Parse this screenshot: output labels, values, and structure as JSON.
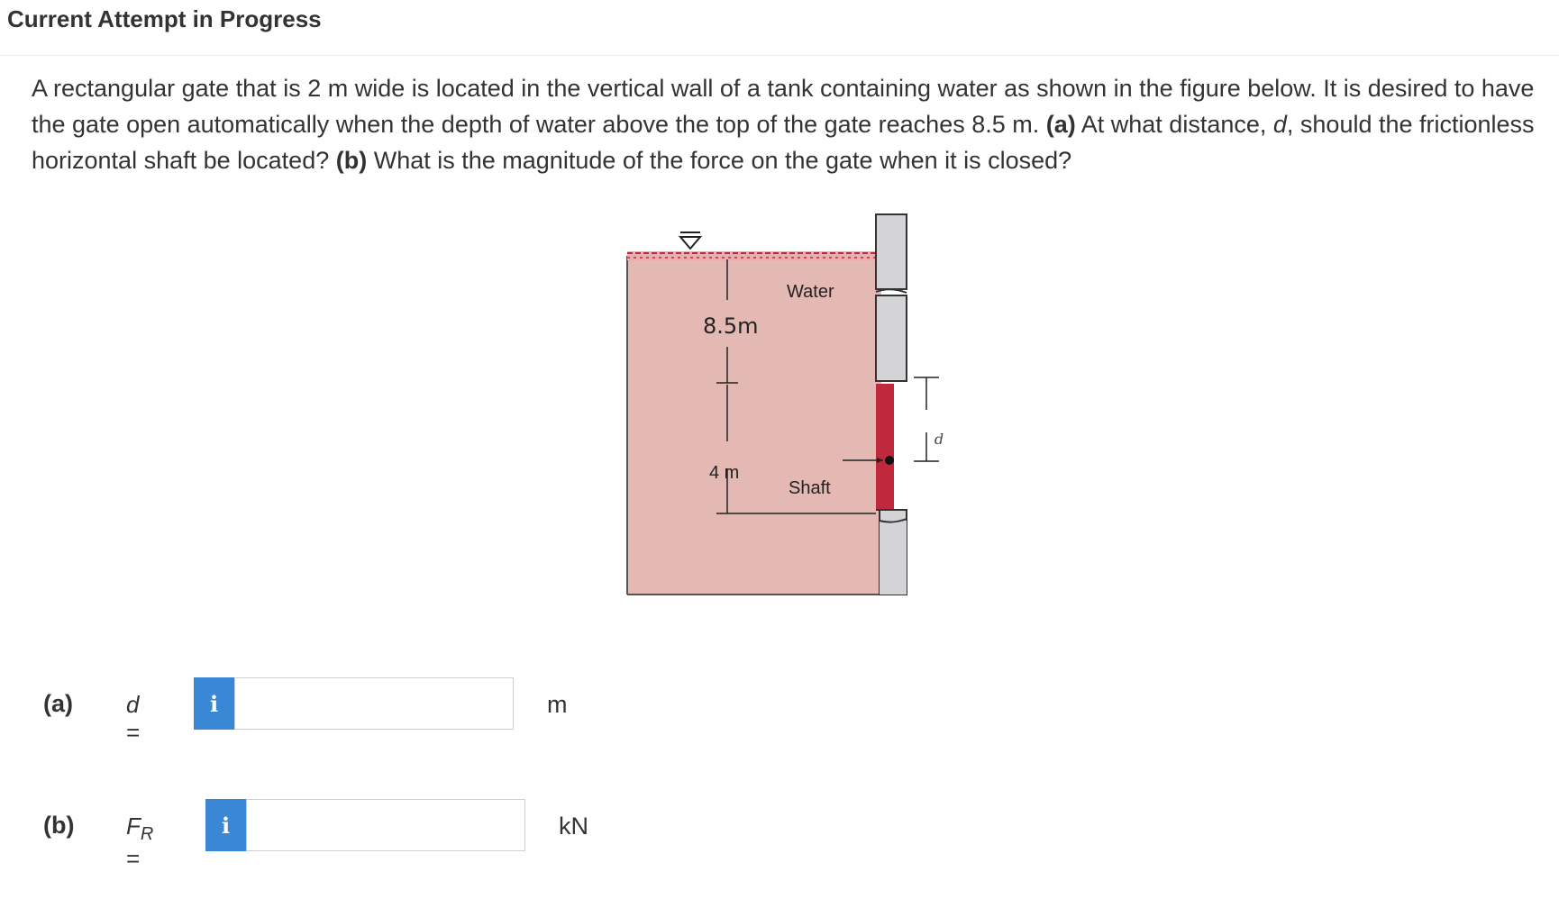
{
  "header": {
    "title": "Current Attempt in Progress"
  },
  "question": {
    "text_1": "A rectangular gate that is 2 m wide is located in the vertical wall of a tank containing water as shown in the figure below. It is desired to have the gate open automatically when the depth of water above the top of the gate reaches 8.5 m. ",
    "part_a_label": "(a)",
    "text_2": " At what distance, ",
    "var_d": "d",
    "text_3": ", should the frictionless horizontal shaft be located? ",
    "part_b_label": "(b)",
    "text_4": " What is the magnitude of the force on the gate when it is closed?"
  },
  "figure": {
    "depth_label": "8.5m",
    "gate_height_label": "4 m",
    "water_label": "Water",
    "shaft_label": "Shaft",
    "d_label": "d",
    "colors": {
      "water": "#e4b9b3",
      "gate": "#c0283e",
      "wall": "#d4d4d6"
    }
  },
  "answers": {
    "a": {
      "label": "(a)",
      "var": "d",
      "eq": " =",
      "info": "i",
      "value": "",
      "unit": "m"
    },
    "b": {
      "label": "(b)",
      "var": "F",
      "sub": "R",
      "eq": " =",
      "info": "i",
      "value": "",
      "unit": "kN"
    }
  }
}
